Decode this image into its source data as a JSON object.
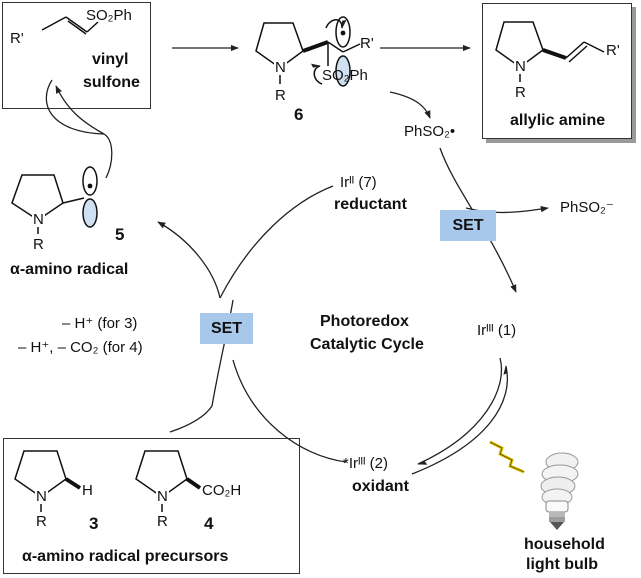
{
  "boxes": {
    "vinyl_sulfone": {
      "label_line1": "vinyl",
      "label_line2": "sulfone",
      "substituent_r": "R'",
      "group": "SO₂Ph"
    },
    "allylic_amine": {
      "label": "allylic amine",
      "n_label": "N",
      "r_label": "R",
      "substituent_r": "R'"
    },
    "precursors": {
      "label": "α-amino radical precursors",
      "h_label": "H",
      "cooh_label": "CO₂H",
      "compound3": {
        "n": "N",
        "r": "R",
        "num": "3"
      },
      "compound4": {
        "n": "N",
        "r": "R",
        "num": "4"
      }
    }
  },
  "intermediate6": {
    "number": "6",
    "n_label": "N",
    "r_label": "R",
    "r_prime": "R'",
    "so2ph": "SO₂Ph"
  },
  "radical5": {
    "number": "5",
    "n_label": "N",
    "r_label": "R",
    "label": "α-amino radical"
  },
  "species": {
    "phso2_radical": "PhSO₂•",
    "phso2_anion": "PhSO₂⁻",
    "ir2": "Irᴵᴵ (7)",
    "ir2_role": "reductant",
    "ir3": "Irᴵᴵᴵ (1)",
    "ir3_excited": "*Irᴵᴵᴵ (2)",
    "ir3_excited_role": "oxidant"
  },
  "cycle": {
    "title_line1": "Photoredox",
    "title_line2": "Catalytic Cycle"
  },
  "set_labels": {
    "left": "SET",
    "right": "SET"
  },
  "conditions": {
    "line1": "– H⁺ (for 3)",
    "line2": "– H⁺, – CO₂ (for 4)"
  },
  "light": {
    "label_line1": "household",
    "label_line2": "light bulb"
  }
}
